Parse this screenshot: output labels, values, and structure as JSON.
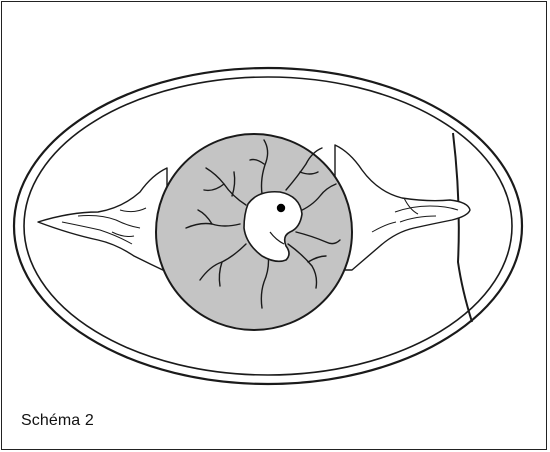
{
  "figure": {
    "caption": "Schéma 2"
  },
  "colors": {
    "outline": "#1a1a1a",
    "yolk_fill": "#c4c4c4",
    "background": "#ffffff",
    "eye": "#000000"
  },
  "parts": [
    {
      "name": "eggshell",
      "icon": "ellipse-outline"
    },
    {
      "name": "air-cell",
      "icon": "curved-line"
    },
    {
      "name": "chalaza-left",
      "icon": "twisted-strand"
    },
    {
      "name": "chalaza-right",
      "icon": "twisted-strand"
    },
    {
      "name": "yolk",
      "icon": "gray-circle"
    },
    {
      "name": "blood-vessels",
      "icon": "branching-lines"
    },
    {
      "name": "embryo",
      "icon": "comma-shape-with-eye"
    }
  ]
}
